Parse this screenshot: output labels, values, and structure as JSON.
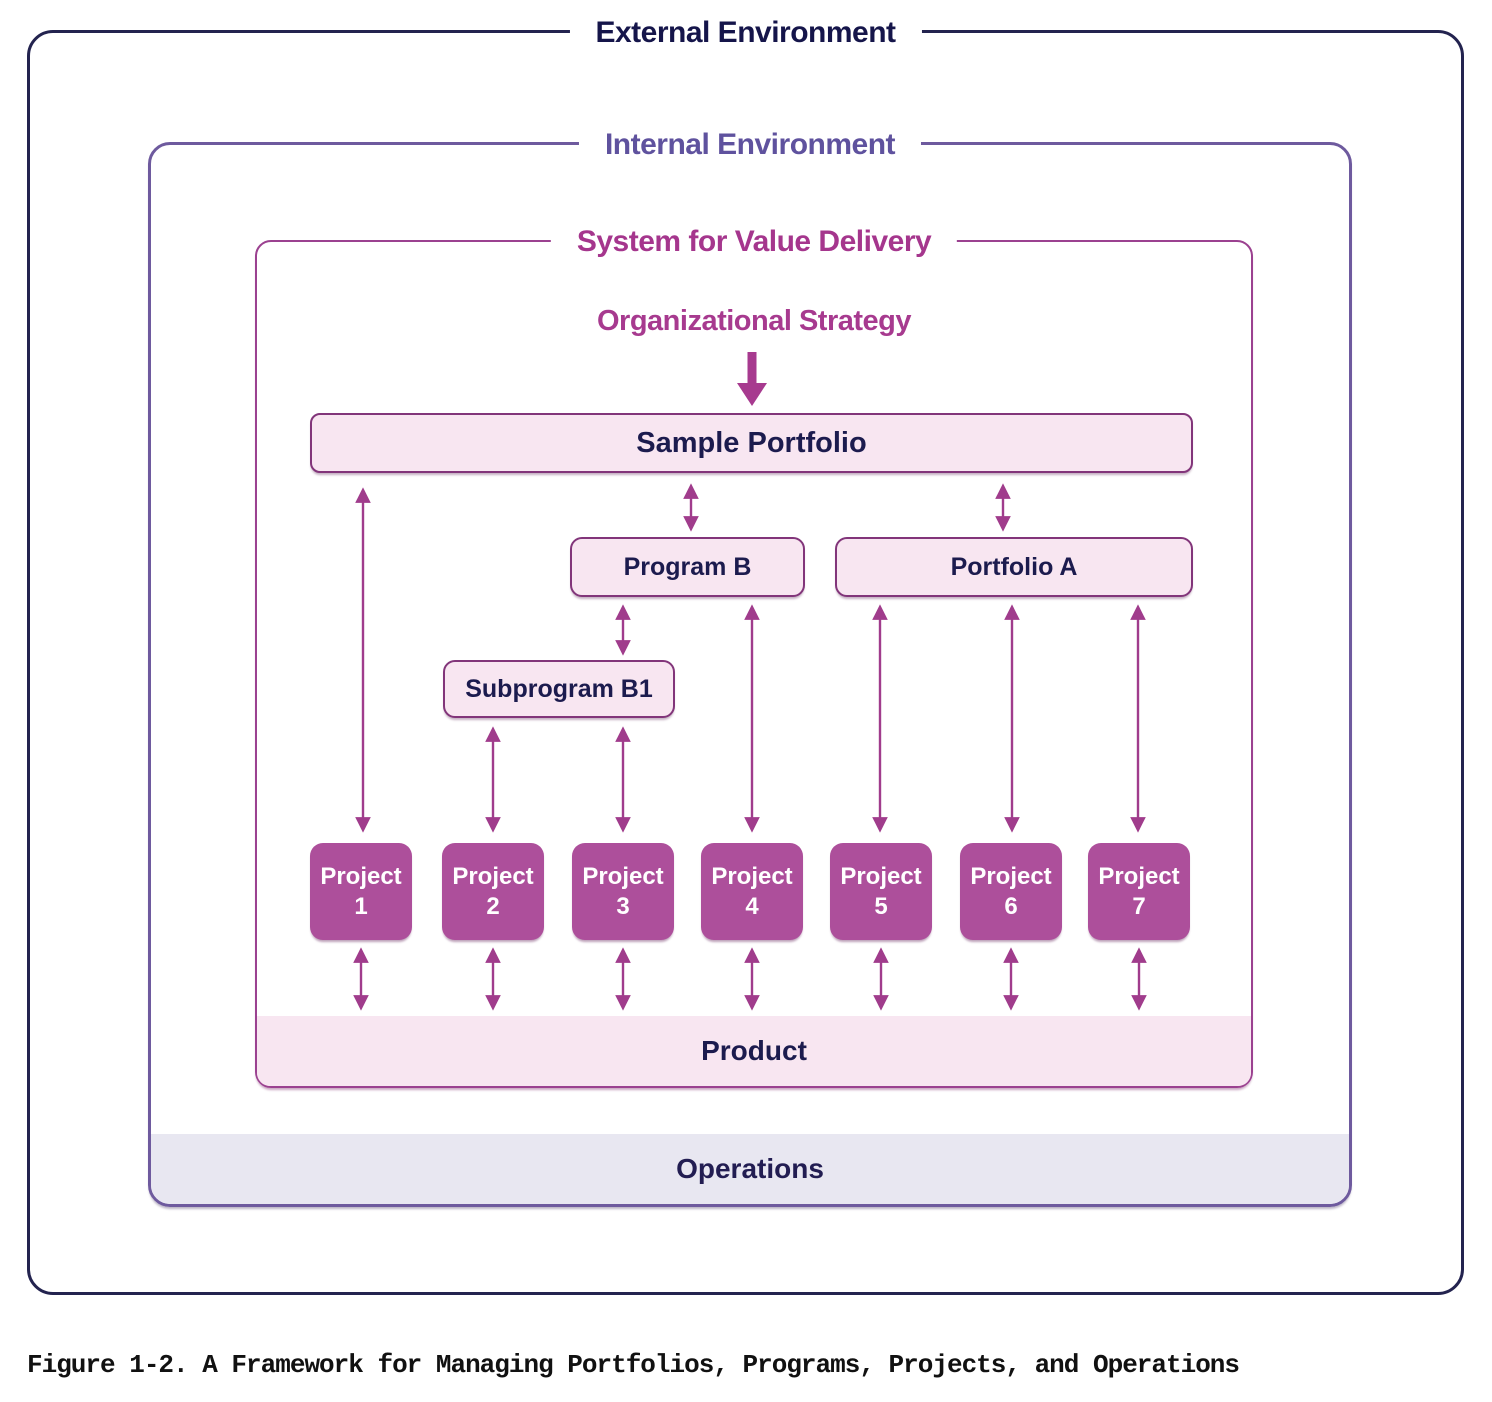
{
  "figure": {
    "external_label": "External Environment",
    "internal_label": "Internal Environment",
    "system_label": "System for Value Delivery",
    "strategy_label": "Organizational Strategy",
    "sample_portfolio_label": "Sample Portfolio",
    "program_b_label": "Program B",
    "portfolio_a_label": "Portfolio A",
    "subprogram_b1_label": "Subprogram B1",
    "projects": [
      {
        "line1": "Project",
        "line2": "1"
      },
      {
        "line1": "Project",
        "line2": "2"
      },
      {
        "line1": "Project",
        "line2": "3"
      },
      {
        "line1": "Project",
        "line2": "4"
      },
      {
        "line1": "Project",
        "line2": "5"
      },
      {
        "line1": "Project",
        "line2": "6"
      },
      {
        "line1": "Project",
        "line2": "7"
      }
    ],
    "product_label": "Product",
    "operations_label": "Operations"
  },
  "caption": "Figure 1-2. A Framework for Managing Portfolios, Programs, Projects, and Operations",
  "colors": {
    "navy": "#1c1b4e",
    "internal_purple": "#6e5a9e",
    "magenta": "#a5368d",
    "box_border": "#82357a",
    "light_pink": "#f8e6f1",
    "project_fill": "#ad4f9b",
    "arrow": "#a03c8c",
    "operations_bg": "#e8e7f1"
  }
}
